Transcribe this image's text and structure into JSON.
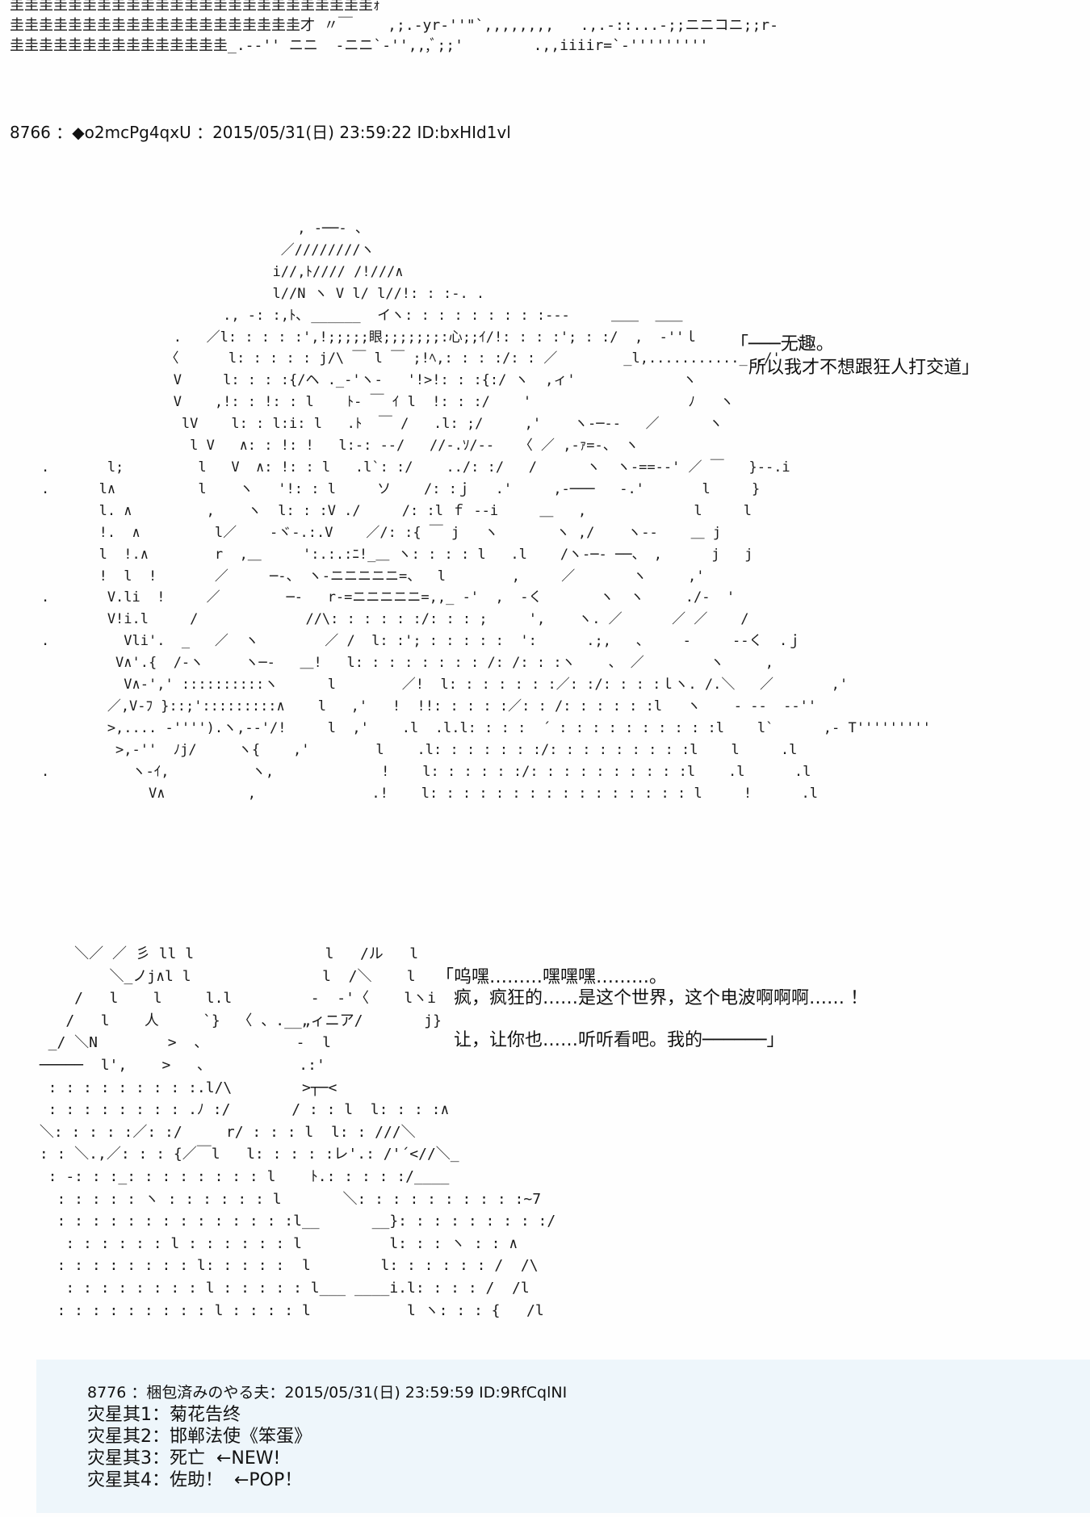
{
  "header_art": "圭圭圭圭圭圭圭圭圭圭圭圭圭圭圭圭圭圭圭圭圭圭圭圭圭ｫ\n圭圭圭圭圭圭圭圭圭圭圭圭圭圭圭圭圭圭圭圭才 〃￣    ,;.-yr‐''\"`,,,,,,,,   .,.-::...-;;ニニコニ;;r‐\n圭圭圭圭圭圭圭圭圭圭圭圭圭圭圭_.-‐'' ニニ  ‐ニニ`‐'',,,ﾞ;;'        .,,iiiir=`‐'''''''''         ",
  "post1": {
    "header": "8766 ：◆o2mcPg4qxU ：2015/05/31(日) 23:59:22 ID:bxHId1vl",
    "speech": "「───无趣。\n　所以我才不想跟狂人打交道」"
  },
  "main_art": "                                   , ‐──‐ 、\n                                 ／////////ヽ\n                                i//,ﾄ//// /!///∧\n                                l//N ヽ V l/ l//!: : :-. .\n                          ., -: :,ﾄ､ ______  イヽ: : : : : : : : :‐‐-     ＿＿  ＿＿\n                    .   ／l: : : : :',!;;;;;眼;;;;;;;:心;;ｲ/!: : : :'; : :/  ,  ‐''ｌ            ､\n                   〈      l: : : : : j/\\ ￣ l ￣ ;!ﾍ,: : : :/: : ／        _l,..........._ ./'     \n                    V     l: : : :{/ヘ ._-'ヽ-   '!>!: : :{:/ ヽ  ,ィ'             ヽ   \n                    V    ,!: : !: : l    ﾄ‐ ￣ ｲ l  !: : :/    '                   ﾉ   ヽ  \n                     lV    l: : l:i: l   .ﾄ  ￣ /   .l: ;/     ,'    ヽ‐─‐‐   ／      ヽ  \n                      l V   ∧: : !: !   l:-: -‐/   //-.ｿ/‐-   〈 ／ ,-ｧ=-、 ヽ          \n    .       l;         l   V  ∧: !: : l   .l`: :/    ../: :/   /      ヽ  ヽ-==‐-' ／ ￣   }‐-.i \n    .      l∧          l    ヽ   '!: : l     ソ    /: :ｊ   .'     ,‐───   -.'       l     }  \n           l. ∧         ,    ヽ  l: : :V ./     /: :l ｆ ‐-i     ＿   ,             l     l  \n           !.  ∧         l／    ‐ヾ-.:.V    ／/: :{ ￣ j   ヽ       ヽ ,/    ヽ‐-    ＿ j  \n           l  !.∧        r  ,＿     ':.:.:ﾆ!_＿ ヽ: : : : l   .l    /ヽ‐─‐ ──、 ,      j   j  \n           !  l  !       ／     ─-、 ヽ‐ニニニニニ=、  l        ,     ／       ヽ     ,'  \n    .       V.li  !     ／        ─‐   r‐=ニニニニニ=,,_ ‐'  ,  -く       ヽ  ヽ     ./‐  '   \n            V!i.l     /             //\\: : : : : :/: : : ;     ',    ヽ. ／      ／ ／    /  \n    .         Vli'.  _   ／  ヽ        ／ /  l: :'; : : : : :  ':      .;,   、    ‐     ‐-く  .ｊ  \n             V∧'.{  /‐ヽ     ヽ─-   ＿!   l: : : : : : : : /: /: : :ヽ    、 ／        ヽ     ,  \n              V∧‐',' ::::::::::ヽ      l        ／!  l: : : : : : :／: :/: : : :ｌヽ. /.＼   ／       ,'   \n            ／,V‐ﾌ }::;':::::::::∧    l   ,'   !  !!: : : : :／: : /: : : : : :l   ヽ    ‐ ‐‐  -‐''     \n            >,.... -'''').ヽ,-‐'/!     l  ,'    .l  .l.l: : : :  ´ : : : : : : : : : :l    l`      ,‐ T''''''''' \n             >,-''  ﾉj/     ヽ{    ,'        l    .l: : : : : : :/: : : : : : : : :l    l     .l       \n    .          ヽ-ｲ,          ヽ,             !    l: : : : : :/: : : : : : : : : :l    .l      .l        \n                 V∧          ,              .!    l: : : : : : : : : : : : : : : : l     !      .l     ",
  "post2_art": "     ＼／ ／ 彡 ll l               l   /ル   l\n         ＼_ノj∧l l               l  /＼    l\n     /   l    l     l.l         -  -'〈    lヽi\n    /   l    人     `}  〈 、.__„ィニア/       j}\n  _/ ＼N        >  、          ‐  l\n ─────  l',    >   、          .:'\n  : : : : : : : : :.l/\\        >┬─<\n  : : : : : : : : .ﾉ :/       / : : l  l: : : :∧\n ＼: : : : :／: :/     r/ : : : l  l: : ///＼\n : : ＼.,／: : : {／￣l   l: : : : :レ'.: /'´<//＼_\n  : -: : :_: : : : : : : : l    ﾄ.: : : : :/____\n   : : : : : ヽ : : : : : : l       ＼: : : : : : : : : :~7\n   : : : : : : : : : : : : : :l__      __}: : : : : : : : :/\n    : : : : : : l : : : : : : l          l: : : ヽ : : ∧\n   : : : : : : : : l: : : : :  l        l: : : : : : /  /\\\n    : : : : : : : : l : : : : : l___ ____i.l: : : : /  /l\n   : : : : : : : : : l : : : : l           l ヽ: : : {   /l",
  "post2": {
    "speech": "「呜嘿………嘿嘿嘿………。\n　疯，疯狂的……是这个世界，这个电波啊啊啊…… ！\n\n　让，让你也……听听看吧。我的──────」"
  },
  "post3": {
    "header": "8776 ：梱包済みのやる夫：2015/05/31(日) 23:59:59 ID:9RfCqlNI",
    "lines": [
      "灾星其1：菊花告终",
      "灾星其2：邯郸法使《笨蛋》",
      "灾星其3：死亡  ←NEW!",
      "灾星其4：佐助！  ←POP！"
    ]
  },
  "colors": {
    "background": "#fefefe",
    "footer_bg": "#eef6fb",
    "text": "#111111"
  }
}
